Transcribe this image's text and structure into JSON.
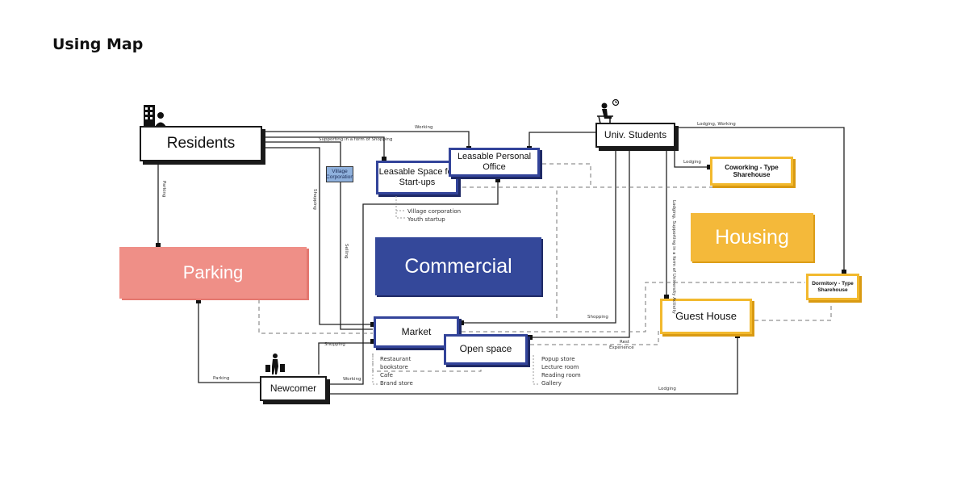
{
  "title": "Using Map",
  "categories": {
    "parking": "Parking",
    "commercial": "Commercial",
    "housing": "Housing"
  },
  "nodes": {
    "residents": "Residents",
    "newcomer": "Newcomer",
    "univ_students": "Univ. Students",
    "leasable_startups": "Leasable Space for Start-ups",
    "leasable_office": "Leasable Personal Office",
    "village_corporation": "Village Corporation",
    "market": "Market",
    "open_space": "Open space",
    "coworking": "Coworking - Type Sharehouse",
    "dormitory": "Dormitory - Type Sharehouse",
    "guest_house": "Guest House"
  },
  "edge_labels": {
    "working_top": "Working",
    "supporting_shopping": "Supporting in a form of Shopping",
    "lodging_working": "Lodging, Working",
    "lodging_small": "Lodging",
    "parking_vertical": "Parking",
    "shopping_vertical": "Shopping",
    "selling_vertical": "Selling",
    "lodging_supporting_vertical": "Lodging, Supporting in a form of University Activity",
    "shopping_right": "Shopping",
    "rest_experience_1": "Rest",
    "rest_experience_2": "Experience",
    "shopping_bottom": "Shopping",
    "parking_bottom": "Parking",
    "working_bottom": "Working",
    "lodging_bottom": "Lodging"
  },
  "startup_list": [
    "Village corporation",
    "Youth startup"
  ],
  "market_list": [
    "Restaurant",
    "bookstore",
    "Cafe",
    "Brand store"
  ],
  "open_space_list": [
    "Popup store",
    "Lecture room",
    "Reading room",
    "Gallery"
  ],
  "colors": {
    "parking": "#ef8f87",
    "commercial": "#34489a",
    "housing": "#f4b93a",
    "node_border": "#1a1a1a"
  },
  "icons": [
    "building-person-icon",
    "student-desk-icon",
    "traveler-luggage-icon"
  ]
}
